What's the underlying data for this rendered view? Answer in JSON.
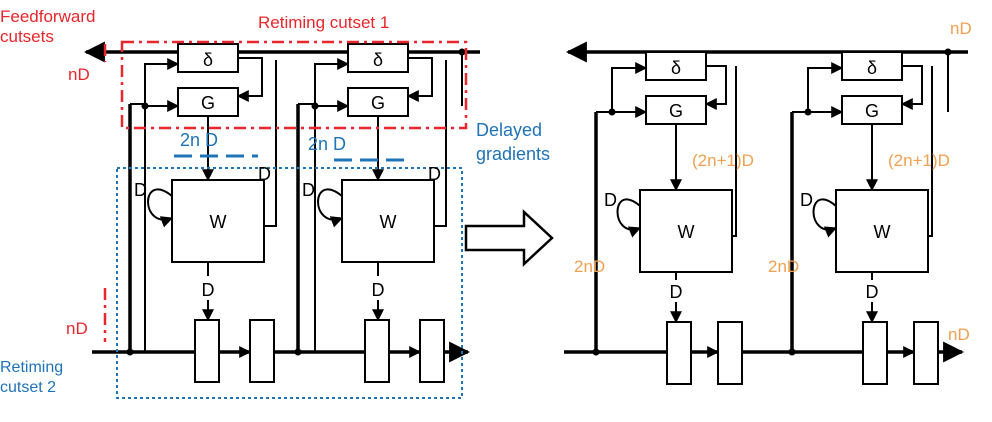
{
  "labels": {
    "feedforward_l1": "Feedforward",
    "feedforward_l2": "cutsets",
    "retiming1": "Retiming cutset 1",
    "retiming2_l1": "Retiming",
    "retiming2_l2": "cutset 2",
    "delayed_l1": "Delayed",
    "delayed_l2": "gradients",
    "nD": "nD",
    "delta": "δ",
    "G": "G",
    "W": "W",
    "D": "D",
    "twoN_D_gap": "2n D",
    "twoNplus1_D": "(2n+1)D",
    "twoND": "2nD"
  },
  "colors": {
    "red": "#e8262b",
    "blue": "#1f73b7",
    "orange": "#f0a050",
    "black": "#000000"
  }
}
